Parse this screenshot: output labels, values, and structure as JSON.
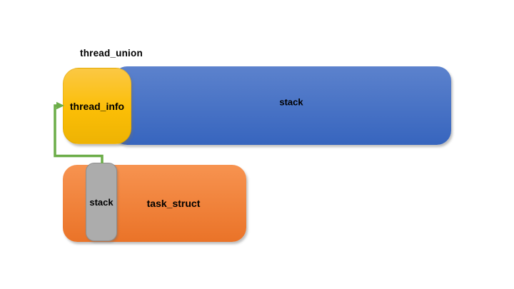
{
  "diagram": {
    "title": "thread_union",
    "nodes": {
      "stack": {
        "label": "stack"
      },
      "thread_info": {
        "label": "thread_info"
      },
      "task_struct": {
        "label": "task_struct"
      },
      "task_stack": {
        "label": "stack"
      }
    },
    "arrow": {
      "color": "#6CAD49"
    }
  },
  "colors": {
    "blue-top": "#5C82CD",
    "blue-bottom": "#3765BE",
    "yellow-top": "#FBC844",
    "yellow-mid": "#FBBE06",
    "yellow-bottom": "#EEB303",
    "orange-top": "#F79350",
    "orange-bottom": "#EA7328",
    "gray-fill": "#ACACAC",
    "gray-border": "#8E8E8E",
    "label-text": "#000000"
  }
}
